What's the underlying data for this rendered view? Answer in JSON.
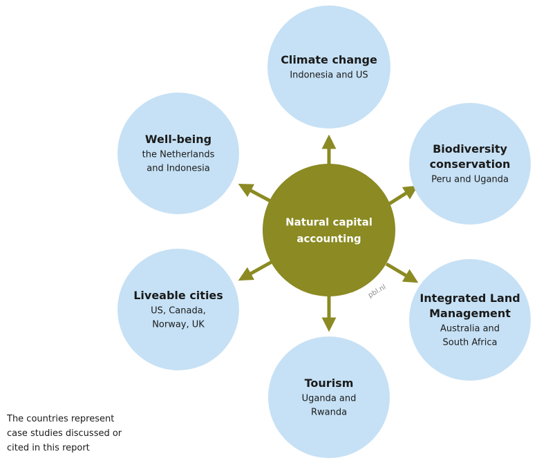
{
  "hub": {
    "lines": [
      "Natural capital",
      "accounting"
    ],
    "color": "#8b8a23"
  },
  "node_color": "#c6e1f5",
  "nodes": [
    {
      "id": "climate-change",
      "title": [
        "Climate change"
      ],
      "sub": [
        "Indonesia and US"
      ]
    },
    {
      "id": "biodiversity-conservation",
      "title": [
        "Biodiversity",
        "conservation"
      ],
      "sub": [
        "Peru and Uganda"
      ]
    },
    {
      "id": "integrated-land-management",
      "title": [
        "Integrated Land",
        "Management"
      ],
      "sub": [
        "Australia and",
        "South Africa"
      ]
    },
    {
      "id": "tourism",
      "title": [
        "Tourism"
      ],
      "sub": [
        "Uganda and",
        "Rwanda"
      ]
    },
    {
      "id": "liveable-cities",
      "title": [
        "Liveable cities"
      ],
      "sub": [
        "US, Canada,",
        "Norway, UK"
      ]
    },
    {
      "id": "well-being",
      "title": [
        "Well-being"
      ],
      "sub": [
        "the Netherlands",
        "and Indonesia"
      ]
    }
  ],
  "watermark": "pbl.nl",
  "footnote": [
    "The countries represent",
    "case studies discussed or",
    "cited in this report"
  ]
}
